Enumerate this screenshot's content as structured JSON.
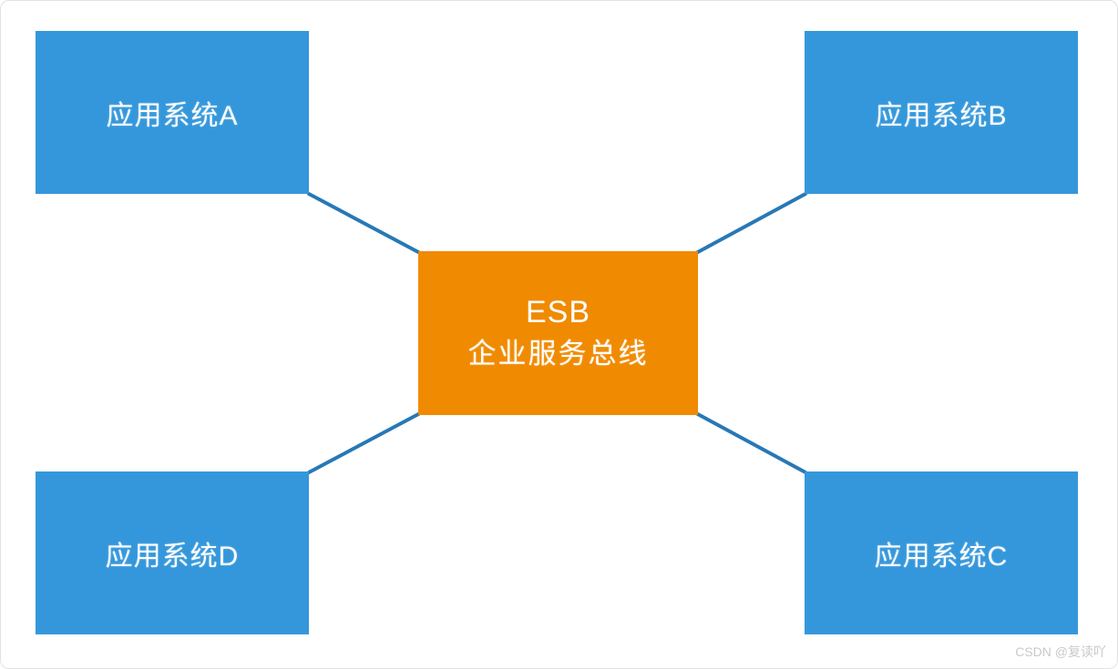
{
  "diagram": {
    "center": {
      "title": "ESB",
      "subtitle": "企业服务总线"
    },
    "nodes": [
      {
        "id": "A",
        "label": "应用系统A",
        "position": "top-left"
      },
      {
        "id": "B",
        "label": "应用系统B",
        "position": "top-right"
      },
      {
        "id": "D",
        "label": "应用系统D",
        "position": "bottom-left"
      },
      {
        "id": "C",
        "label": "应用系统C",
        "position": "bottom-right"
      }
    ],
    "connections": [
      {
        "from": "A",
        "to": "ESB"
      },
      {
        "from": "B",
        "to": "ESB"
      },
      {
        "from": "D",
        "to": "ESB"
      },
      {
        "from": "C",
        "to": "ESB"
      }
    ]
  },
  "colors": {
    "app_node_blue": "#3497db",
    "esb_orange": "#f08a00",
    "connector_blue": "#2878b5",
    "watermark_gray": "#c9c9c9",
    "canvas_border": "#e2e2e2"
  },
  "watermark": "CSDN @复读吖"
}
